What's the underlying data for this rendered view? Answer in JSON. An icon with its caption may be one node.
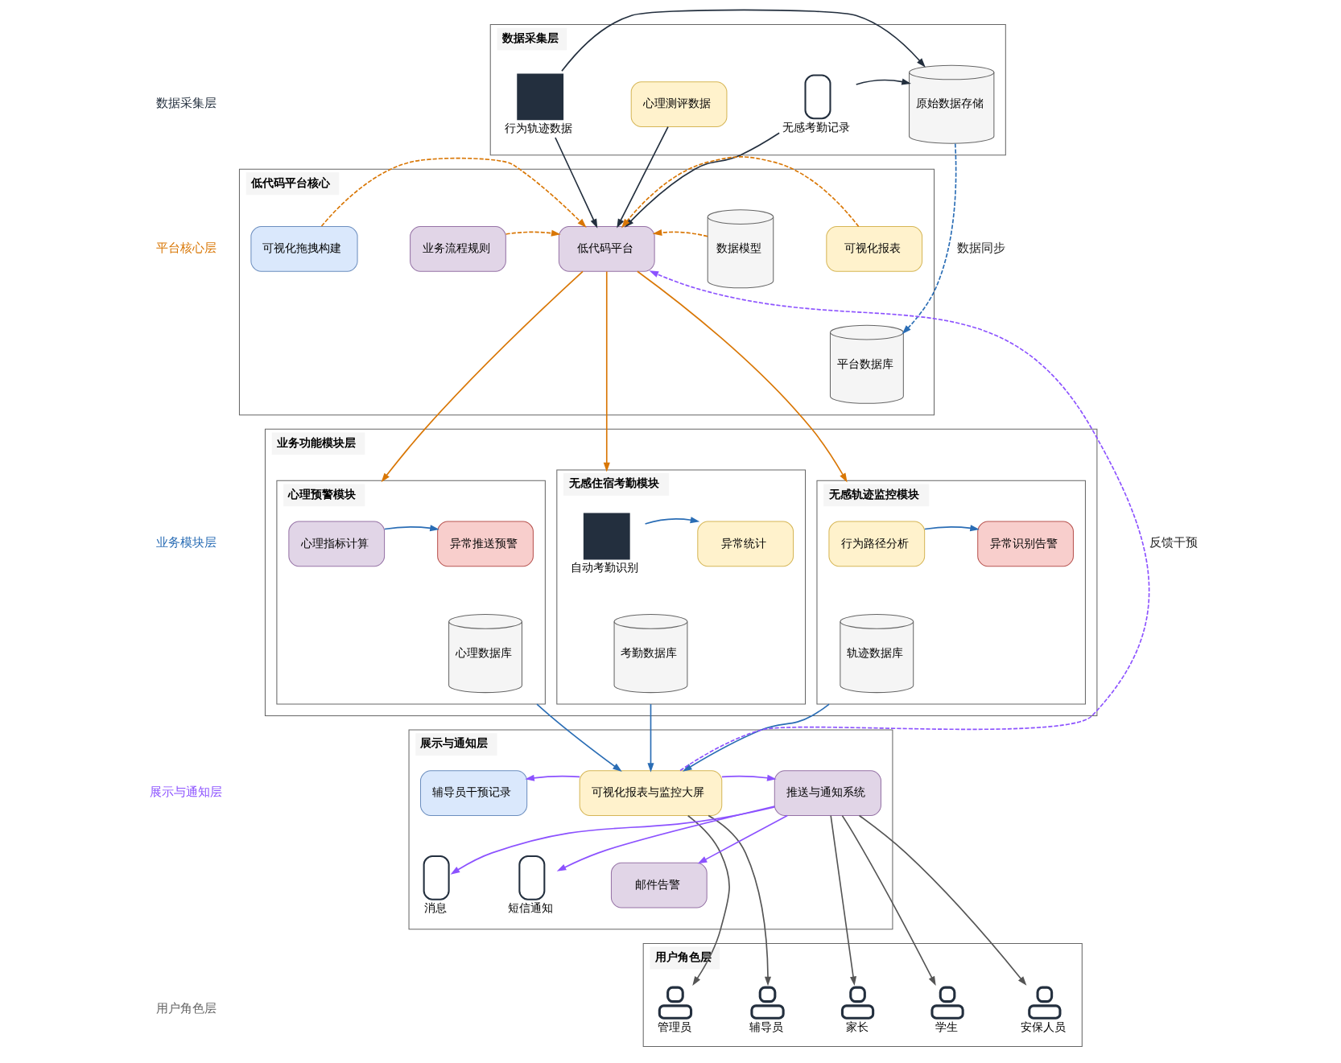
{
  "diagram": {
    "nodes": [
      {
        "text": [
          "数据采集层"
        ]
      },
      {
        "text": [
          "行为轨迹数据"
        ],
        "in": 0
      },
      {
        "text": [
          "心理测评数据"
        ],
        "in": 0
      },
      {
        "text": [
          "无感考勤记录"
        ],
        "in": 0
      },
      {
        "text": [
          "原始数据存储"
        ],
        "in": 0
      },
      {
        "text": [
          "低代码平台核心"
        ]
      },
      {
        "text": [
          "可视化拖拽构建"
        ],
        "in": 5
      },
      {
        "text": [
          "业务流程规则"
        ],
        "in": 5
      },
      {
        "text": [
          "低代码平台"
        ],
        "in": 5
      },
      {
        "text": [
          "数据模型"
        ],
        "in": 5
      },
      {
        "text": [
          "可视化报表"
        ],
        "in": 5
      },
      {
        "text": [
          "平台数据库"
        ],
        "in": 5
      },
      {
        "text": [
          "业务功能模块层"
        ]
      },
      {
        "text": [
          "无感轨迹监控模块"
        ],
        "in": 12
      },
      {
        "text": [
          "行为路径分析"
        ],
        "in": 13
      },
      {
        "text": [
          "轨迹数据库"
        ],
        "in": 13
      },
      {
        "text": [
          "异常识别告警"
        ],
        "in": 13
      },
      {
        "text": [
          "心理预警模块"
        ],
        "in": 12
      },
      {
        "text": [
          "心理指标计算"
        ],
        "in": 17
      },
      {
        "text": [
          "心理数据库"
        ],
        "in": 17
      },
      {
        "text": [
          "异常推送预警"
        ],
        "in": 17
      },
      {
        "text": [
          "无感住宿考勤模块"
        ],
        "in": 12
      },
      {
        "text": [
          "自动考勤识别"
        ],
        "in": 21
      },
      {
        "text": [
          "考勤数据库"
        ],
        "in": 21
      },
      {
        "text": [
          "异常统计"
        ],
        "in": 21
      },
      {
        "text": [
          "展示与通知层"
        ]
      },
      {
        "text": [
          "辅导员干预记录"
        ],
        "in": 25
      },
      {
        "text": [
          "可视化报表与监控大屏"
        ],
        "in": 25
      },
      {
        "text": [
          "推送与通知系统"
        ],
        "in": 25
      },
      {
        "text": [
          "消息"
        ],
        "in": 25
      },
      {
        "text": [
          "短信通知"
        ],
        "in": 25
      },
      {
        "text": [
          "邮件告警"
        ],
        "in": 25
      },
      {
        "text": [
          "用户角色层"
        ]
      },
      {
        "text": [
          "管理员"
        ],
        "in": 32
      },
      {
        "text": [
          "辅导员"
        ],
        "in": 32
      },
      {
        "text": [
          "家长"
        ],
        "in": 32
      },
      {
        "text": [
          "学生"
        ],
        "in": 32
      },
      {
        "text": [
          "安保人员"
        ],
        "in": 32
      }
    ],
    "edges": [
      {
        "from": 1,
        "to": 4,
        "arrow": "to",
        "color": "#232f3e"
      },
      {
        "from": 3,
        "to": 4,
        "arrow": "to",
        "color": "#232f3e"
      },
      {
        "from": 1,
        "to": 8,
        "arrow": "to",
        "color": "#232f3e"
      },
      {
        "from": 2,
        "to": 8,
        "arrow": "to",
        "color": "#232f3e"
      },
      {
        "from": 3,
        "to": 8,
        "arrow": "to",
        "color": "#232f3e"
      },
      {
        "from": 4,
        "to": 11,
        "arrow": "to",
        "label": "数据同步",
        "style": "dashed",
        "color": "#2a6db5"
      },
      {
        "from": 6,
        "to": 8,
        "arrow": "to",
        "style": "dashed",
        "color": "#d97706"
      },
      {
        "from": 7,
        "to": 8,
        "arrow": "to",
        "style": "dashed",
        "color": "#d97706"
      },
      {
        "from": 9,
        "to": 8,
        "arrow": "to",
        "style": "dashed",
        "color": "#d97706"
      },
      {
        "from": 10,
        "to": 8,
        "arrow": "to",
        "style": "dashed",
        "color": "#d97706"
      },
      {
        "from": 8,
        "to": 13,
        "arrow": "to",
        "color": "#d97706"
      },
      {
        "from": 8,
        "to": 17,
        "arrow": "to",
        "color": "#d97706"
      },
      {
        "from": 8,
        "to": 21,
        "arrow": "to",
        "color": "#d97706"
      },
      {
        "from": 14,
        "to": 16,
        "arrow": "to",
        "color": "#2a6db5"
      },
      {
        "from": 18,
        "to": 20,
        "arrow": "to",
        "color": "#2a6db5"
      },
      {
        "from": 22,
        "to": 24,
        "arrow": "to",
        "color": "#2a6db5"
      },
      {
        "from": 13,
        "to": 27,
        "arrow": "to",
        "color": "#2a6db5"
      },
      {
        "from": 17,
        "to": 27,
        "arrow": "to",
        "color": "#2a6db5"
      },
      {
        "from": 21,
        "to": 27,
        "arrow": "to",
        "color": "#2a6db5"
      },
      {
        "from": 27,
        "to": 8,
        "arrow": "to",
        "label": "反馈干预",
        "style": "dashed",
        "color": "#8c52ff"
      },
      {
        "from": 27,
        "to": 26,
        "arrow": "to",
        "color": "#8c52ff"
      },
      {
        "from": 27,
        "to": 28,
        "arrow": "to",
        "color": "#8c52ff"
      },
      {
        "from": 28,
        "to": 29,
        "arrow": "to",
        "color": "#8c52ff"
      },
      {
        "from": 28,
        "to": 30,
        "arrow": "to",
        "color": "#8c52ff"
      },
      {
        "from": 28,
        "to": 31,
        "arrow": "to",
        "color": "#8c52ff"
      },
      {
        "from": 27,
        "to": 33,
        "arrow": "to",
        "color": "#555555"
      },
      {
        "from": 27,
        "to": 34,
        "arrow": "to",
        "color": "#555555"
      },
      {
        "from": 28,
        "to": 35,
        "arrow": "to",
        "color": "#555555"
      },
      {
        "from": 28,
        "to": 36,
        "arrow": "to",
        "color": "#555555"
      },
      {
        "from": 28,
        "to": 37,
        "arrow": "to",
        "color": "#555555"
      }
    ],
    "labels": [
      "数据采集层",
      "平台核心层",
      "业务模块层",
      "展示与通知层",
      "用户角色层"
    ]
  }
}
